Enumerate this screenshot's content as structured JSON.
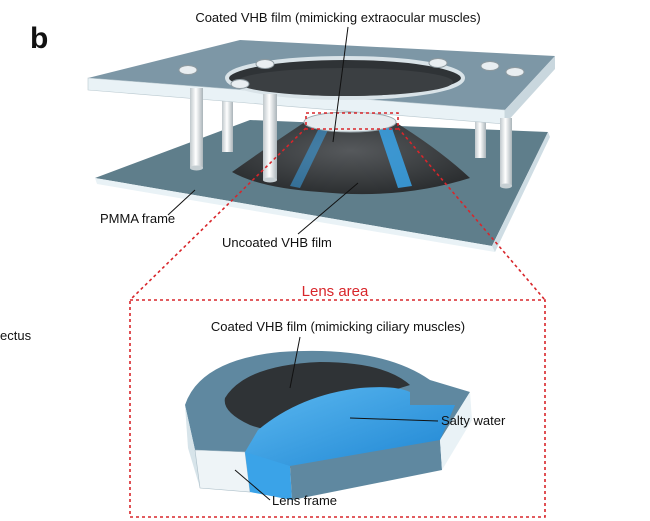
{
  "panel_letter": "b",
  "labels": {
    "coated_top": "Coated VHB film (mimicking extraocular muscles)",
    "pmma_frame": "PMMA frame",
    "uncoated": "Uncoated VHB film",
    "lens_area": "Lens area",
    "coated_ciliary": "Coated VHB film (mimicking ciliary muscles)",
    "salty_water": "Salty water",
    "lens_frame": "Lens frame",
    "clipped_left": "ectus"
  },
  "colors": {
    "plate_top": "#7d97a6",
    "plate_edge": "#e9f2f6",
    "base_plate": "#5f7e8b",
    "film_dark": "#2f3336",
    "water": "#3aa3e8",
    "accent_red": "#d8262b"
  }
}
